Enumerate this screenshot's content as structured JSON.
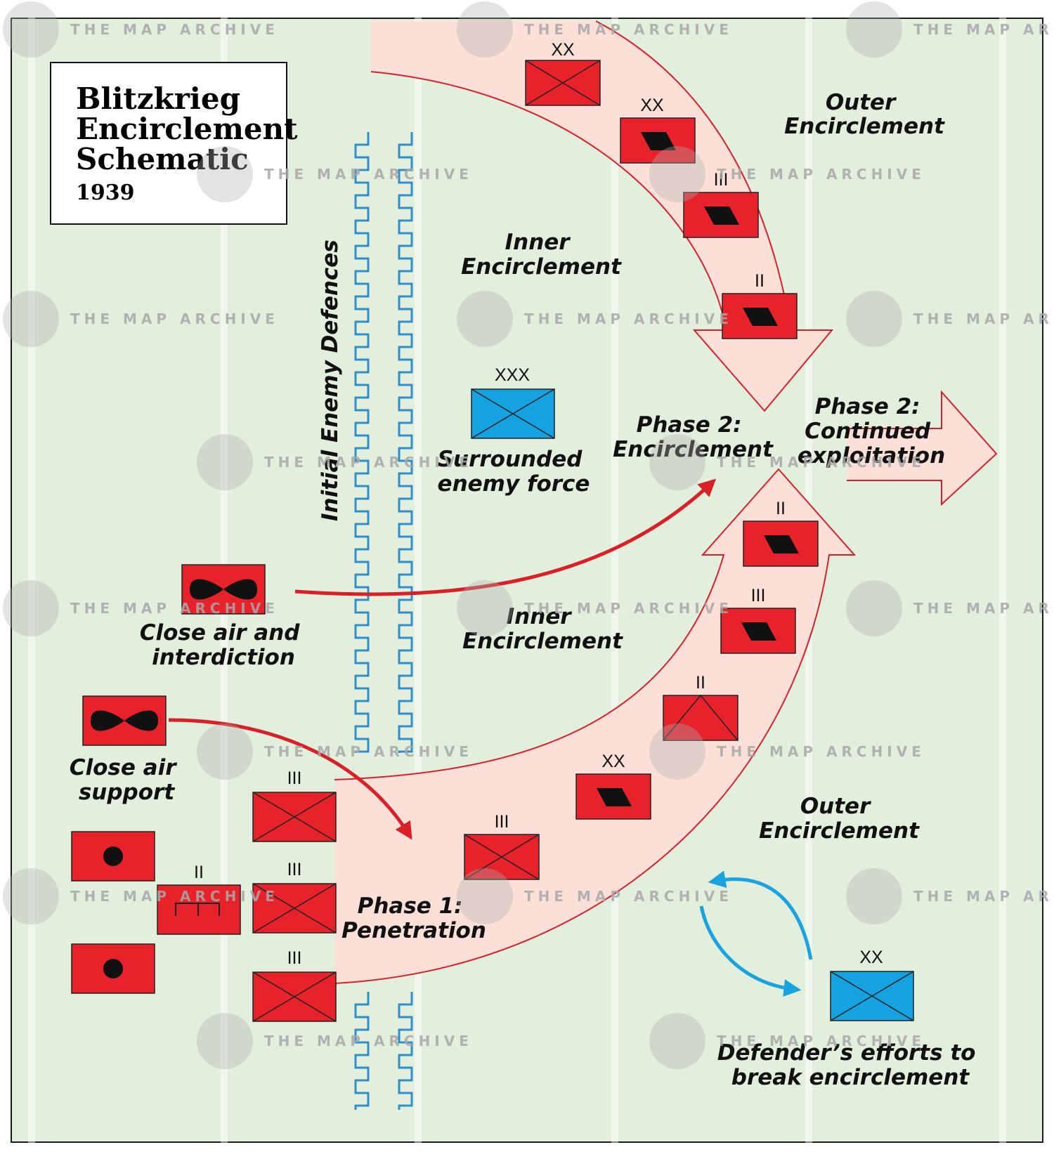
{
  "title": {
    "lines": [
      "Blitzkrieg",
      "Encirclement",
      "Schematic"
    ],
    "year": "1939"
  },
  "labels": {
    "outer_encirclement_top": [
      "Outer",
      "Encirclement"
    ],
    "inner_encirclement_top": [
      "Inner",
      "Encirclement"
    ],
    "initial_defences": "Initial Enemy Defences",
    "surrounded": [
      "Surrounded",
      "enemy force"
    ],
    "phase2_encirclement": [
      "Phase 2:",
      "Encirclement"
    ],
    "phase2_exploitation": [
      "Phase 2:",
      "Continued",
      "exploitation"
    ],
    "close_air_interdiction": [
      "Close air and",
      "interdiction"
    ],
    "inner_encirclement_bottom": [
      "Inner",
      "Encirclement"
    ],
    "close_air_support": [
      "Close air",
      "support"
    ],
    "outer_encirclement_bottom": [
      "Outer",
      "Encirclement"
    ],
    "phase1": [
      "Phase 1:",
      "Penetration"
    ],
    "defenders_efforts": [
      "Defender’s efforts to",
      "break encirclement"
    ]
  },
  "echelons": {
    "top_1": "XX",
    "top_2": "XX",
    "top_3": "III",
    "top_4": "II",
    "surrounded_force": "XXX",
    "bottom_1": "II",
    "bottom_2": "III",
    "bottom_3": "II",
    "bottom_4": "XX",
    "bottom_5": "III",
    "left_1": "III",
    "left_2": "III",
    "left_3": "III",
    "artillery": "II",
    "defender": "XX"
  },
  "watermark": "THE MAP ARCHIVE",
  "colors": {
    "background": "#e2efdc",
    "attacker": "#e8222b",
    "defender": "#14a3e0",
    "arrow_fill": "#fce0d8",
    "arrow_stroke": "#d8202a",
    "defence_line": "#2f8fc9"
  }
}
